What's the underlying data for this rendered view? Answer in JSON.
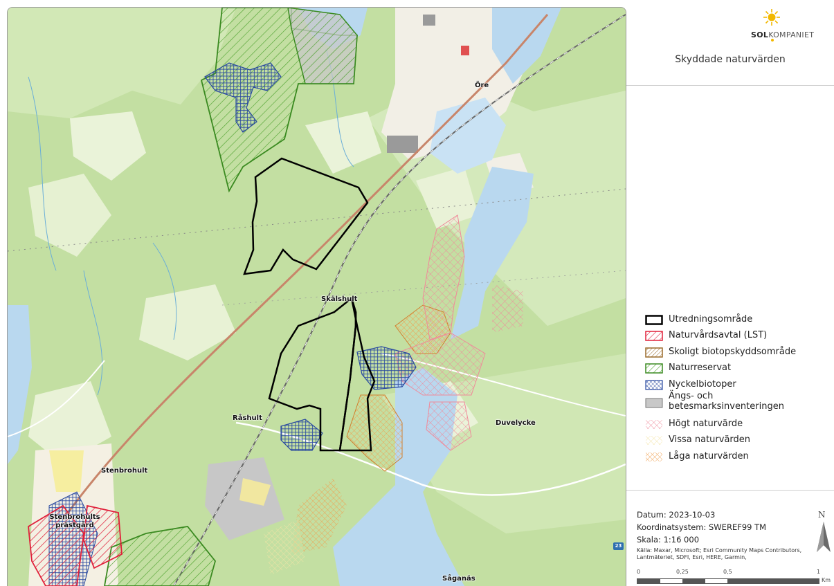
{
  "map": {
    "places": [
      {
        "key": "ore",
        "label": "Öre"
      },
      {
        "key": "skalshult",
        "label": "Skälshult"
      },
      {
        "key": "rashult",
        "label": "Råshult"
      },
      {
        "key": "duvelycke",
        "label": "Duvelycke"
      },
      {
        "key": "stenbrohult",
        "label": "Stenbrohult"
      },
      {
        "key": "prastgard",
        "label": "Stenbrohults prästgård"
      },
      {
        "key": "saganas",
        "label": "Såganäs"
      }
    ],
    "road_shield": "23"
  },
  "panel": {
    "logo": {
      "bold": "SOL",
      "light": "KOMPANIET"
    },
    "title": "Skyddade naturvärden",
    "legend": [
      {
        "key": "utredning",
        "label": "Utredningsområde",
        "symbol": "outline",
        "color": "#000000"
      },
      {
        "key": "naturvardsavtal",
        "label": "Naturvårdsavtal (LST)",
        "symbol": "diag",
        "color": "#e0203a"
      },
      {
        "key": "biotopskydd",
        "label": "Skoligt biotopskyddsområde",
        "symbol": "diag",
        "color": "#9a6a2a"
      },
      {
        "key": "naturreservat",
        "label": "Naturreservat",
        "symbol": "diag",
        "color": "#4aa02a"
      },
      {
        "key": "nyckelbiotoper",
        "label": "Nyckelbiotoper",
        "symbol": "cross",
        "color": "#2a4aa0"
      },
      {
        "key": "angs",
        "label": "Ängs- och betesmarksinventeringen",
        "symbol": "solid",
        "color": "#c8c8c8"
      },
      {
        "key": "hogt",
        "label": "Högt naturvärde",
        "symbol": "cross",
        "color": "#f08a9a"
      },
      {
        "key": "vissa",
        "label": "Vissa naturvärden",
        "symbol": "cross",
        "color": "#f7e8b0"
      },
      {
        "key": "laga",
        "label": "Låga naturvärden",
        "symbol": "cross",
        "color": "#f4b060"
      }
    ],
    "datum": "Datum: 2023-10-03",
    "koordinatsystem": "Koordinatsystem: SWEREF99 TM",
    "skala": "Skala: 1:16 000",
    "kalla": "Källa: Maxar, Microsoft; Esri Community Maps Contributors, Lantmäteriet, SDFI, Esri, HERE, Garmin,",
    "north": "N",
    "scale_ticks": [
      "0",
      "0,25",
      "0,5",
      "1"
    ],
    "scale_unit": "Km"
  },
  "colors": {
    "forest": "#c3dfa2",
    "open": "#e9f3d7",
    "water": "#b9d8ef",
    "urban": "#f2efe6",
    "railway": "#666666",
    "road": "#c8856a"
  }
}
